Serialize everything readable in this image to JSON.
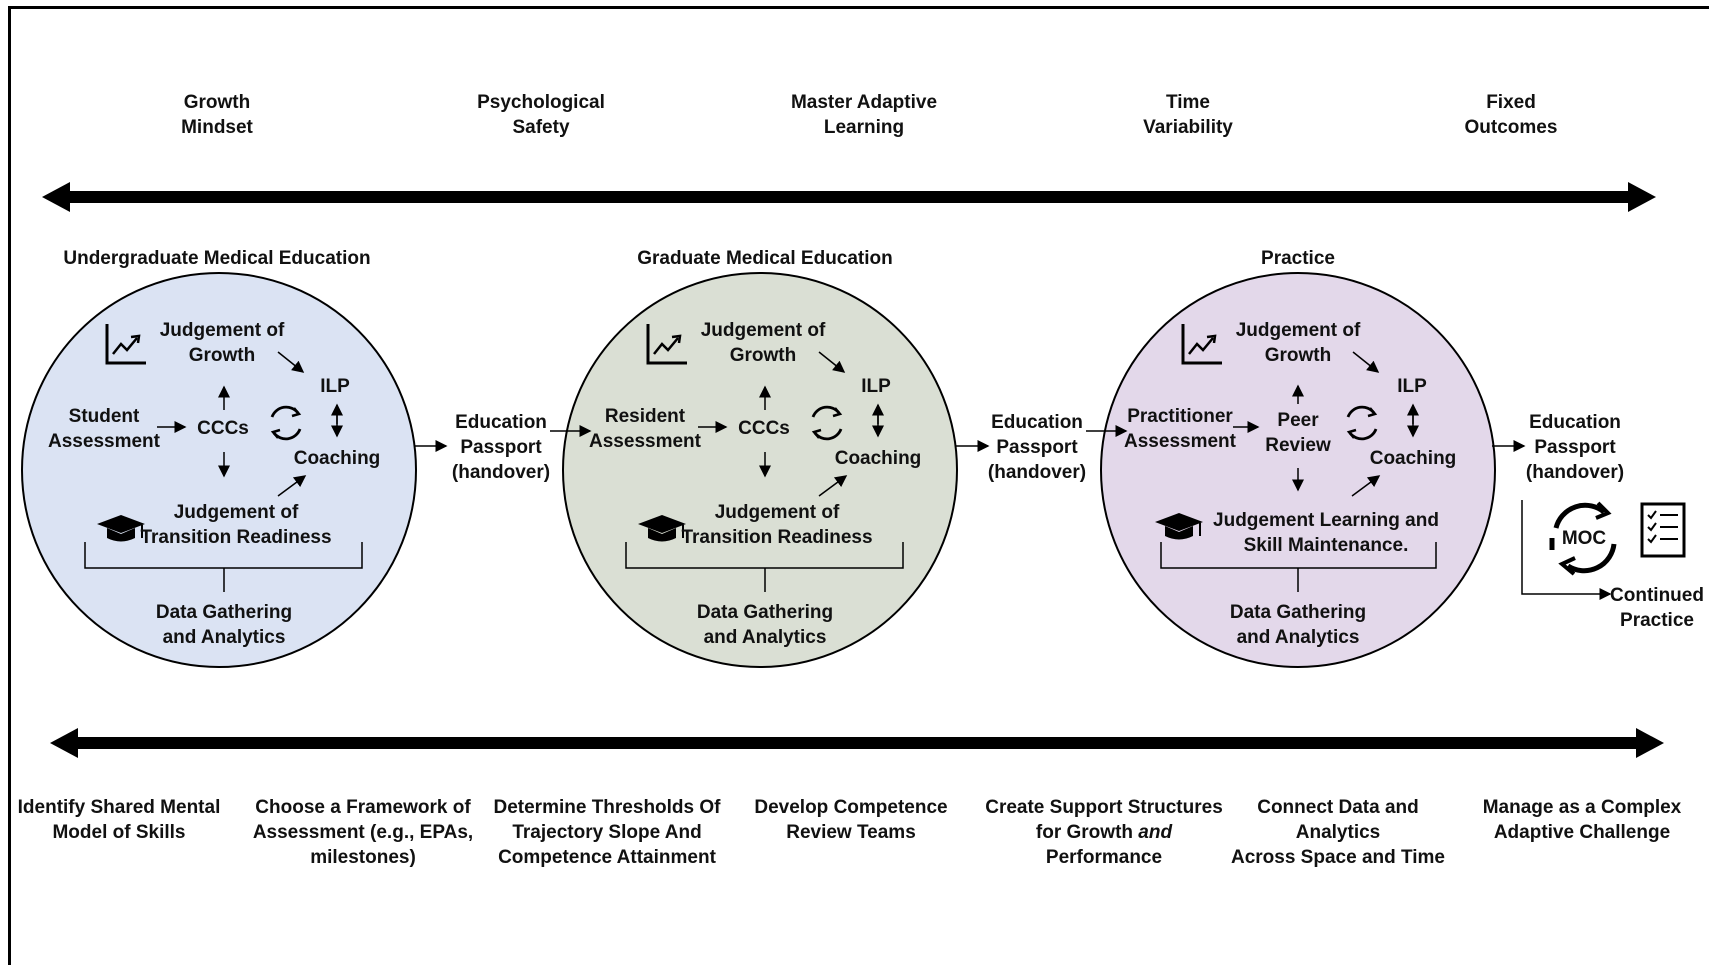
{
  "top_principles": [
    "Growth\nMindset",
    "Psychological\nSafety",
    "Master Adaptive\nLearning",
    "Time\nVariability",
    "Fixed\nOutcomes"
  ],
  "stages": [
    {
      "title": "Undergraduate Medical Education",
      "fill": "#dbe3f3",
      "assessment": "Student\nAssessment",
      "review": "CCCs",
      "growth": "Judgement of\nGrowth",
      "ilp": "ILP",
      "coaching": "Coaching",
      "readiness": "Judgement of\nTransition Readiness",
      "data": "Data Gathering\nand Analytics"
    },
    {
      "title": "Graduate Medical Education",
      "fill": "#dadfd4",
      "assessment": "Resident\nAssessment",
      "review": "CCCs",
      "growth": "Judgement of\nGrowth",
      "ilp": "ILP",
      "coaching": "Coaching",
      "readiness": "Judgement of\nTransition Readiness",
      "data": "Data Gathering\nand Analytics"
    },
    {
      "title": "Practice",
      "fill": "#e3d8ea",
      "assessment": "Practitioner\nAssessment",
      "review": "Peer\nReview",
      "growth": "Judgement of\nGrowth",
      "ilp": "ILP",
      "coaching": "Coaching",
      "readiness": "Judgement Learning and\nSkill Maintenance.",
      "data": "Data Gathering\nand Analytics"
    }
  ],
  "handover_label": "Education\nPassport\n(handover)",
  "moc_label": "MOC",
  "continued_practice": "Continued\nPractice",
  "bottom_steps": [
    "Identify Shared Mental\nModel of Skills",
    "Choose a Framework of\nAssessment (e.g., EPAs,\nmilestones)",
    "Determine Thresholds Of\nTrajectory Slope And\nCompetence Attainment",
    "Develop Competence\nReview Teams",
    "Create Support Structures\nfor Growth ",
    "Connect Data and\nAnalytics\nAcross Space and Time",
    "Manage as a Complex\nAdaptive Challenge"
  ],
  "support_and": "and",
  "support_tail": "\nPerformance"
}
